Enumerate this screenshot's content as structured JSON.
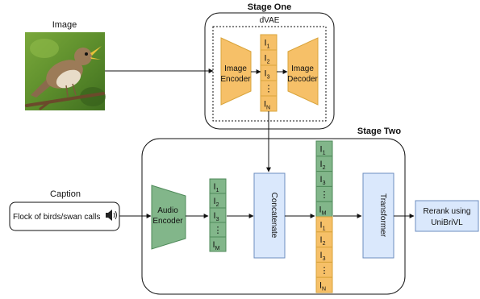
{
  "image_label": "Image",
  "stage_one": {
    "title": "Stage One",
    "dvae_label": "dVAE",
    "encoder_lines": [
      "Image",
      "Encoder"
    ],
    "decoder_lines": [
      "Image",
      "Decoder"
    ],
    "tokens": [
      {
        "base": "I",
        "sub": "1"
      },
      {
        "base": "I",
        "sub": "2"
      },
      {
        "base": "I",
        "sub": "3"
      },
      {
        "base": "⋮",
        "sub": ""
      },
      {
        "base": "I",
        "sub": "N"
      }
    ]
  },
  "stage_two": {
    "title": "Stage Two",
    "caption_label": "Caption",
    "caption_text": "Flock of birds/swan calls",
    "audio_encoder_lines": [
      "Audio",
      "Encoder"
    ],
    "audio_tokens": [
      {
        "base": "I",
        "sub": "1"
      },
      {
        "base": "I",
        "sub": "2"
      },
      {
        "base": "I",
        "sub": "3"
      },
      {
        "base": "⋮",
        "sub": ""
      },
      {
        "base": "I",
        "sub": "M"
      }
    ],
    "concatenate_label": "Concatenate",
    "concat_tokens_audio": [
      {
        "base": "I",
        "sub": "1"
      },
      {
        "base": "I",
        "sub": "2"
      },
      {
        "base": "I",
        "sub": "3"
      },
      {
        "base": "⋮",
        "sub": ""
      },
      {
        "base": "I",
        "sub": "M"
      }
    ],
    "concat_tokens_image": [
      {
        "base": "I",
        "sub": "1"
      },
      {
        "base": "I",
        "sub": "2"
      },
      {
        "base": "I",
        "sub": "3"
      },
      {
        "base": "⋮",
        "sub": ""
      },
      {
        "base": "I",
        "sub": "N"
      }
    ],
    "transformer_label": "Transformer",
    "rerank_lines": [
      "Rerank using",
      "UniBriVL"
    ]
  },
  "colors": {
    "orange_fill": "#f6c068",
    "orange_stroke": "#d9a43b",
    "green_fill": "#82b68a",
    "green_stroke": "#4f8a5a",
    "blue_fill": "#dae8fc",
    "blue_stroke": "#6c8ebf"
  },
  "icons": {
    "speaker": "speaker-icon",
    "image": "bird-photo"
  }
}
